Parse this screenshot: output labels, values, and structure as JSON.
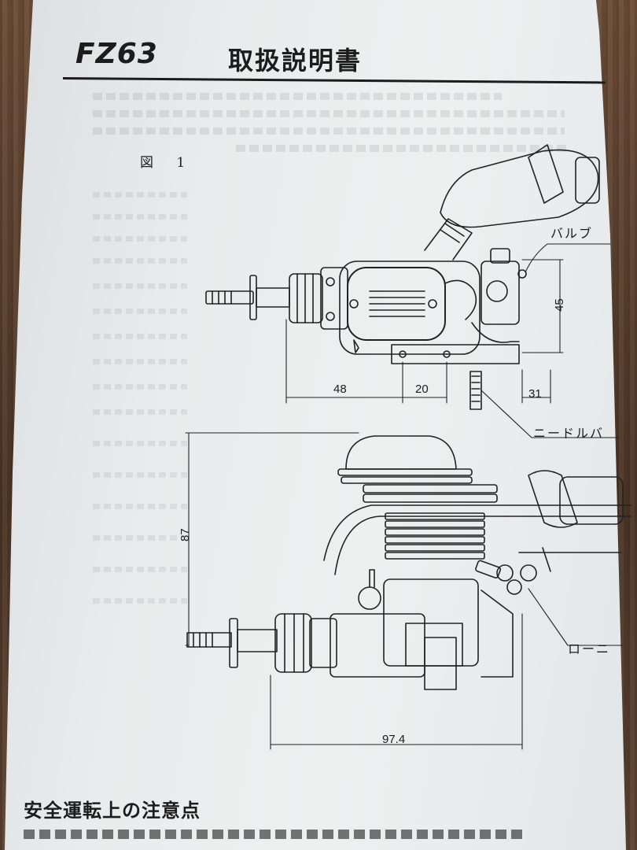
{
  "header": {
    "model": "FZ63",
    "title": "取扱説明書"
  },
  "figure": {
    "label": "図 1",
    "top_view": {
      "dimensions": {
        "d1": "48",
        "d2": "20",
        "d3": "31",
        "d4": "45"
      },
      "callouts": {
        "valve": "バルブ",
        "needle": "ニードルバ"
      }
    },
    "side_view": {
      "dimensions": {
        "height": "87",
        "width": "97.4"
      },
      "callouts": {
        "low": "ローニ"
      }
    }
  },
  "section": {
    "heading": "安全運転上の注意点"
  },
  "colors": {
    "paper": "#eceeef",
    "ink": "#1c1c1c",
    "wood": "#5a4030"
  }
}
